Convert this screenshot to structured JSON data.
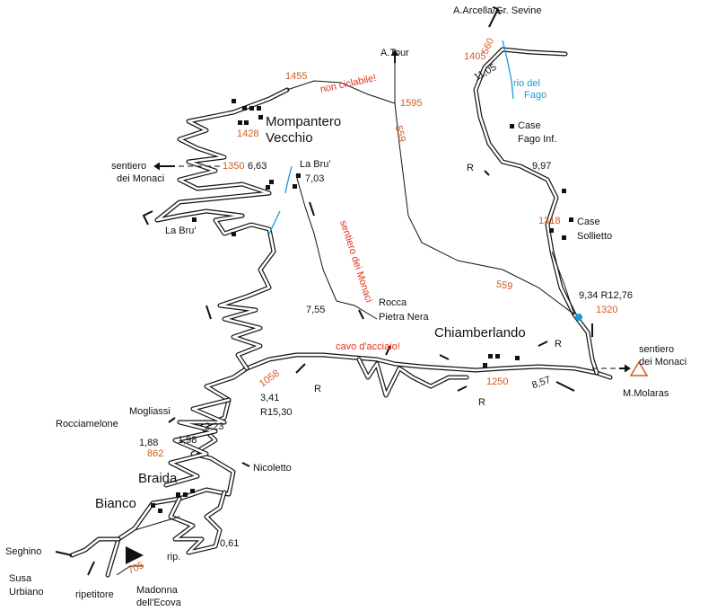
{
  "labels": {
    "arcella": "A.Arcella/Gr. Sevine",
    "tour": "A.Tour",
    "mompantero": "Mompantero",
    "vecchio": "Vecchio",
    "sentiero_monaci_w1": "sentiero",
    "sentiero_monaci_w2": "dei Monaci",
    "labru_top": "La Bru'",
    "labru_left": "La Bru'",
    "case_fago1": "Case",
    "case_fago2": "Fago Inf.",
    "case_sollietto1": "Case",
    "case_sollietto2": "Sollietto",
    "rocca1": "Rocca",
    "rocca2": "Pietra Nera",
    "chiamberlando": "Chiamberlando",
    "sentiero_monaci_e1": "sentiero",
    "sentiero_monaci_e2": "dei Monaci",
    "molaras": "M.Molaras",
    "mogliassi": "Mogliassi",
    "rocciamelone": "Rocciamelone",
    "nicoletto": "Nicoletto",
    "braida": "Braida",
    "bianco": "Bianco",
    "seghino": "Seghino",
    "susa1": "Susa",
    "susa2": "Urbiano",
    "ripetitore": "ripetitore",
    "madonna1": "Madonna",
    "madonna2": "dell'Ecova",
    "rip": "rip."
  },
  "altitudes": {
    "a560": "560",
    "a1405": "1405",
    "a1455": "1455",
    "a1595": "1595",
    "a1428": "1428",
    "a559_top": "559",
    "a1350": "1350",
    "a1318": "1318",
    "a559_mid": "559",
    "a1320": "1320",
    "a1058": "1058",
    "a1250": "1250",
    "a862": "862",
    "a705": "705"
  },
  "notes": {
    "non_ciclabile": "non ciclabile!",
    "sentiero_monaci_route": "sentiero dei Monaci",
    "cavo": "cavo d'acciaio!",
    "rio1": "rio del",
    "rio2": "Fago"
  },
  "distances": {
    "d1105": "11,05",
    "d663": "6,63",
    "d703": "7,03",
    "d997": "9,97",
    "d755": "7,55",
    "d934": "9,34 R12,76",
    "d857": "8,57",
    "d341": "3,41",
    "r1530": "R15,30",
    "d223": "2,23",
    "d188": "1,88",
    "d198": "1,98",
    "d061": "0,61",
    "r_a": "R",
    "r_b": "R",
    "r_c": "R",
    "r_d": "R"
  },
  "colors": {
    "altitude": "#d35a22",
    "warning": "#e0301e",
    "river": "#1a9ad6",
    "road": "#111111"
  }
}
